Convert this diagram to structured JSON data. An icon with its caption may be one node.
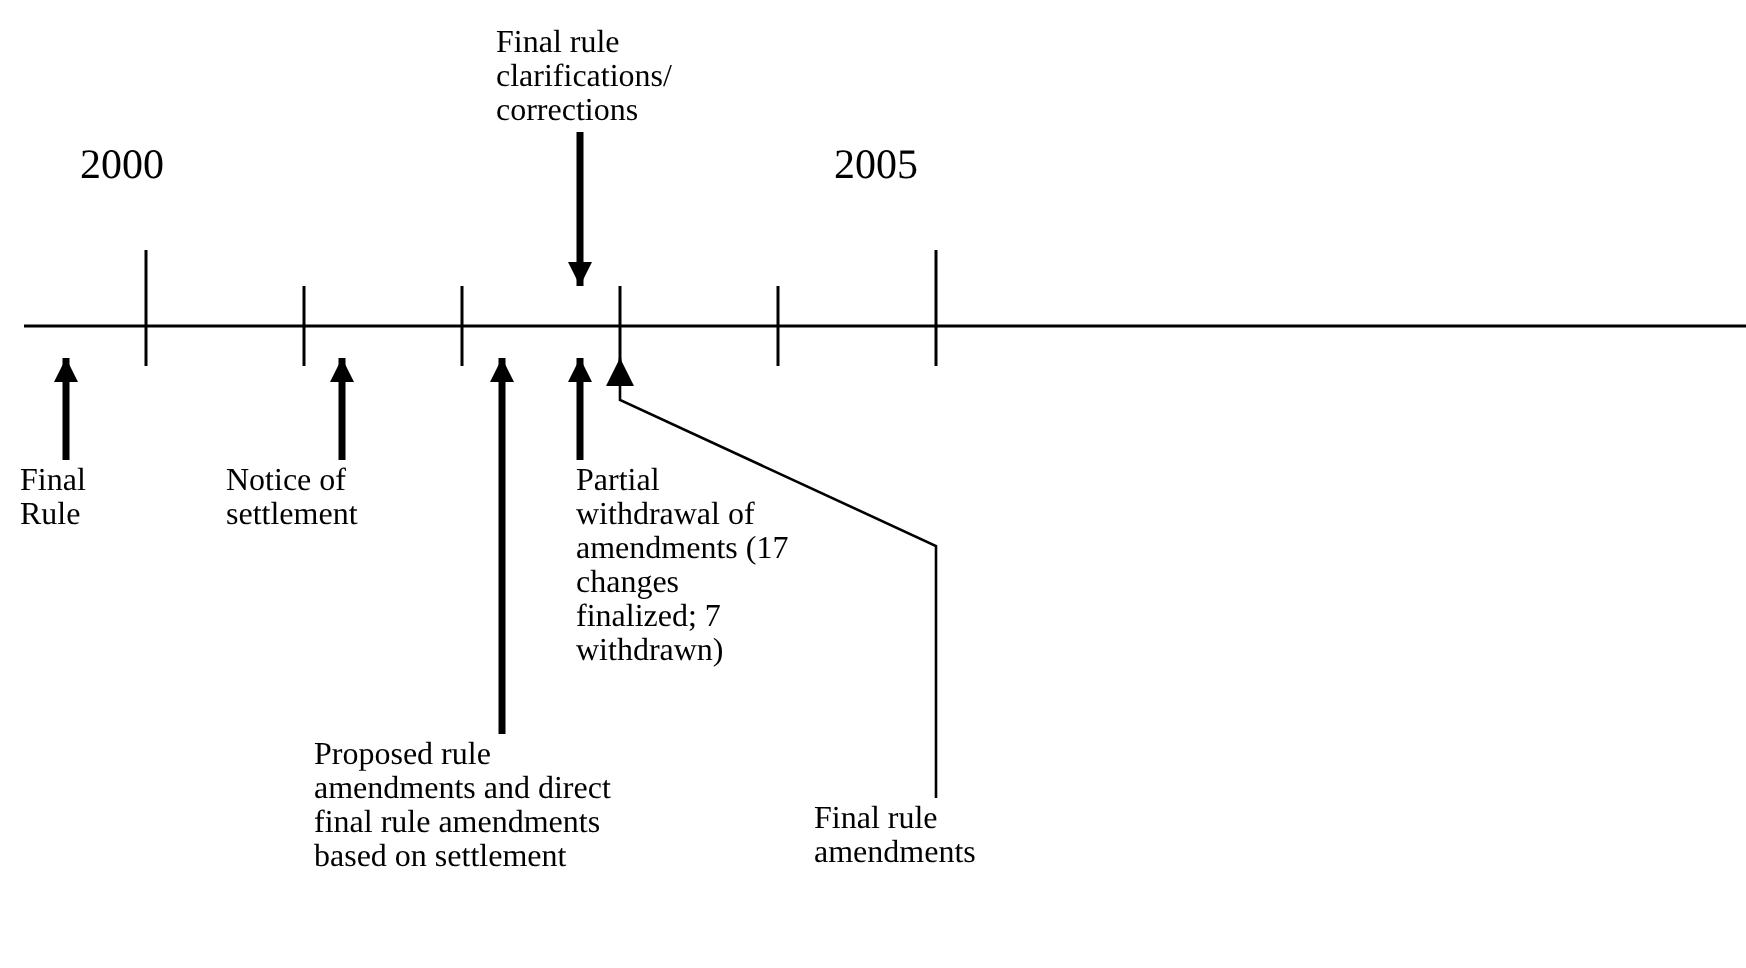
{
  "diagram": {
    "nodes": [
      {
        "text": [
          "Final rule clarifications/ corrections"
        ]
      },
      {
        "text": [
          "Final Rule"
        ]
      },
      {
        "text": [
          "Notice of settlement"
        ]
      },
      {
        "text": [
          "Partial withdrawal of amendments (17 changes finalized; 7 withdrawn)"
        ]
      },
      {
        "text": [
          "Proposed rule amendments and direct final rule amendments based on settlement"
        ]
      },
      {
        "text": [
          "Final rule amendments"
        ]
      }
    ],
    "edges": [
      {
        "from": 0,
        "to": null,
        "arrow": "to"
      },
      {
        "from": 1,
        "to": null,
        "arrow": "to"
      },
      {
        "from": 2,
        "to": null,
        "arrow": "to"
      },
      {
        "from": 4,
        "to": null,
        "arrow": "to"
      },
      {
        "from": 3,
        "to": null,
        "arrow": "to"
      },
      {
        "from": 5,
        "to": null,
        "arrow": "to"
      }
    ],
    "labels": [
      "2000",
      "2005"
    ]
  }
}
